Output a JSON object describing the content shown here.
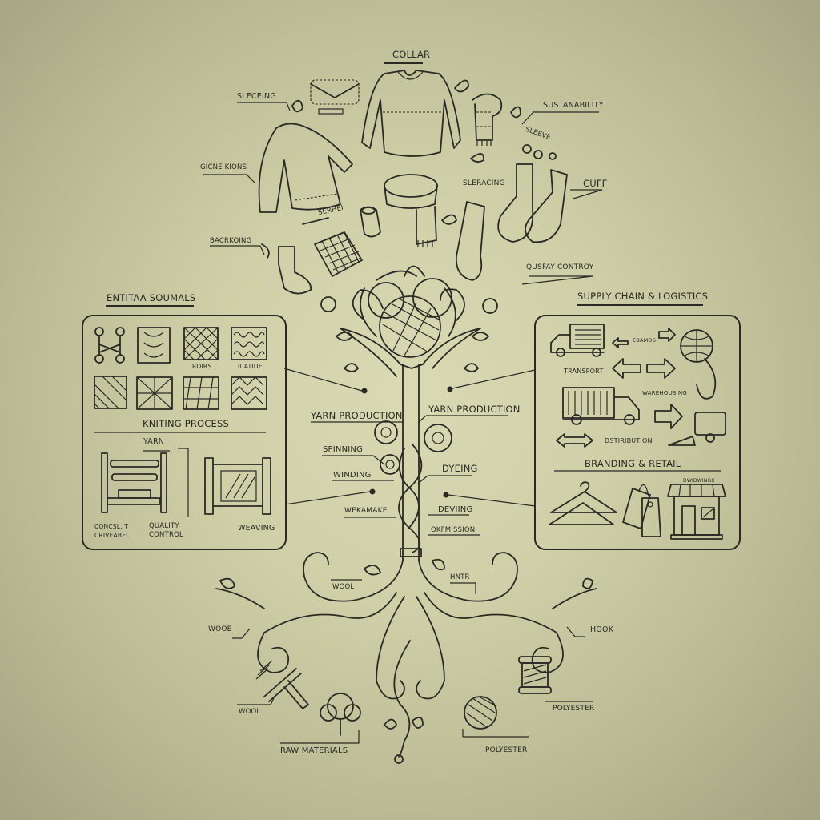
{
  "diagram": {
    "top_garments": {
      "title": "COLLAR",
      "labels": {
        "sleeceing": "SLECEING",
        "sustainability": "SUSTANABILITY",
        "sleeve": "SLEEVE",
        "gicne_kions": "GICNE KIONS",
        "sleracing": "SLERACING",
        "cuff": "CUFF",
        "serhei": "SERHEI",
        "bacrkoing": "BACRKOING",
        "quality_control": "QUSFAY CONTROY"
      }
    },
    "left_panel": {
      "title": "ENTITAA SOUMALS",
      "swatch_labels": [
        "ROIRS.",
        "ICATIDE"
      ],
      "section_title": "KNITING PROCESS",
      "yarn_label": "YARN",
      "bottom_labels": {
        "left": "CONCSL. T CRIVEABEL",
        "middle": "QUALITY CONTROL",
        "right": "WEAVING"
      }
    },
    "right_panel": {
      "title": "SUPPLY CHAIN & LOGISTICS",
      "labels": {
        "ebams": "EBAMOS",
        "transport": "TRANSPORT",
        "warehousing": "WAREHOUSING",
        "distribution": "DSTIRIBUTION"
      },
      "section_title": "BRANDING & RETAIL",
      "store_sign": "DWIDWINGX"
    },
    "trunk": {
      "labels": {
        "yarn_production_left": "YARN PRODUCTION",
        "yarn_production_right": "YARN PRODUCTION",
        "spinning": "SPINNING",
        "winding": "WINDING",
        "dyeing": "DYEING",
        "wekamake": "WEKAMAKE",
        "deving": "DEVIING",
        "okfmission": "OKFMISSION"
      }
    },
    "roots": {
      "labels": {
        "wool_top": "WOOL",
        "hntr": "HNTR",
        "wooe": "WOOE",
        "hook": "HOOK",
        "wool_bottom": "WOOL",
        "raw_materials": "RAW MATERIALS",
        "polyester_right": "POLYESTER",
        "polyester_bottom": "POLYESTER"
      }
    }
  }
}
